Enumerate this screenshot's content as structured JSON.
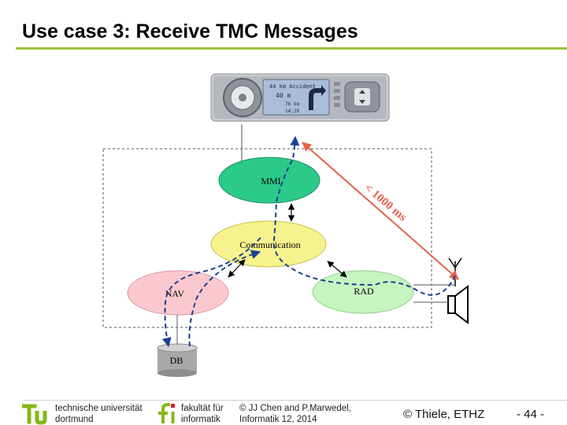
{
  "title": "Use case 3: Receive TMC Messages",
  "device": {
    "display_line1": "44 km Accident",
    "display_line2": "40 m",
    "display_line3": "76 km",
    "display_line4": "14:26"
  },
  "nodes": {
    "mmi": "MMI",
    "communication": "Communication",
    "nav": "NAV",
    "rad": "RAD",
    "db": "DB"
  },
  "latency_label": "< 1000 ms",
  "footer": {
    "tu_line1": "technische universität",
    "tu_line2": "dortmund",
    "fi_line1": "fakultät für",
    "fi_line2": "informatik",
    "copyright_line1": "© JJ Chen and  P.Marwedel,",
    "copyright_line2": "Informatik 12,  2014",
    "thiele": "© Thiele, ETHZ",
    "page": "- 44 -"
  },
  "colors": {
    "accent_green": "#9ac43c",
    "mmi_fill": "#2bc98a",
    "communication_fill": "#f6f28d",
    "nav_fill": "#fcc8cf",
    "rad_fill": "#c6f5c0",
    "latency_red": "#e8604c",
    "flow_blue": "#1f3f8f",
    "tu_green": "#84b817"
  }
}
